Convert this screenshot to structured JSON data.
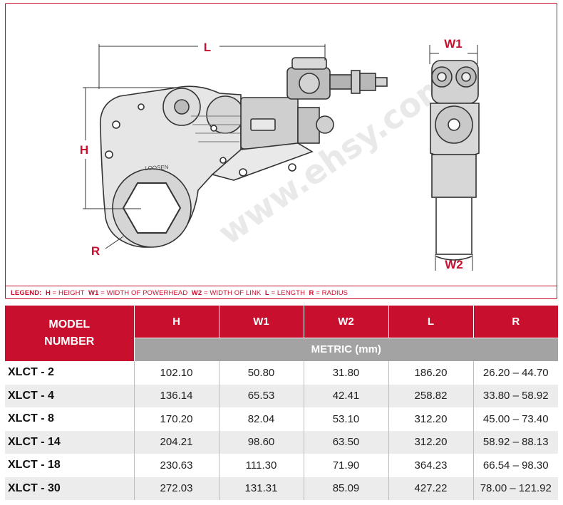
{
  "diagram": {
    "labels": {
      "L": "L",
      "H": "H",
      "R": "R",
      "W1": "W1",
      "W2": "W2",
      "loosen": "LOOSEN"
    },
    "watermark": "www.ehsy.com"
  },
  "legend": {
    "title": "LEGEND:",
    "items": [
      {
        "key": "H",
        "text": " = HEIGHT"
      },
      {
        "key": "W1",
        "text": " = WIDTH OF POWERHEAD"
      },
      {
        "key": "W2",
        "text": " = WIDTH OF LINK"
      },
      {
        "key": "L",
        "text": " = LENGTH"
      },
      {
        "key": "R",
        "text": " = RADIUS"
      }
    ]
  },
  "table": {
    "model_header_line1": "MODEL",
    "model_header_line2": "NUMBER",
    "columns": [
      "H",
      "W1",
      "W2",
      "L",
      "R"
    ],
    "unit_label": "METRIC (mm)",
    "rows": [
      {
        "model": "XLCT - 2",
        "values": [
          "102.10",
          "50.80",
          "31.80",
          "186.20",
          "26.20 – 44.70"
        ]
      },
      {
        "model": "XLCT - 4",
        "values": [
          "136.14",
          "65.53",
          "42.41",
          "258.82",
          "33.80 – 58.92"
        ]
      },
      {
        "model": "XLCT - 8",
        "values": [
          "170.20",
          "82.04",
          "53.10",
          "312.20",
          "45.00 – 73.40"
        ]
      },
      {
        "model": "XLCT - 14",
        "values": [
          "204.21",
          "98.60",
          "63.50",
          "312.20",
          "58.92 – 88.13"
        ]
      },
      {
        "model": "XLCT - 18",
        "values": [
          "230.63",
          "111.30",
          "71.90",
          "364.23",
          "66.54 – 98.30"
        ]
      },
      {
        "model": "XLCT - 30",
        "values": [
          "272.03",
          "131.31",
          "85.09",
          "427.22",
          "78.00 – 121.92"
        ]
      }
    ]
  },
  "colors": {
    "brand_red": "#c8102e",
    "metric_gray": "#a3a3a3",
    "row_stripe": "#ececec"
  }
}
